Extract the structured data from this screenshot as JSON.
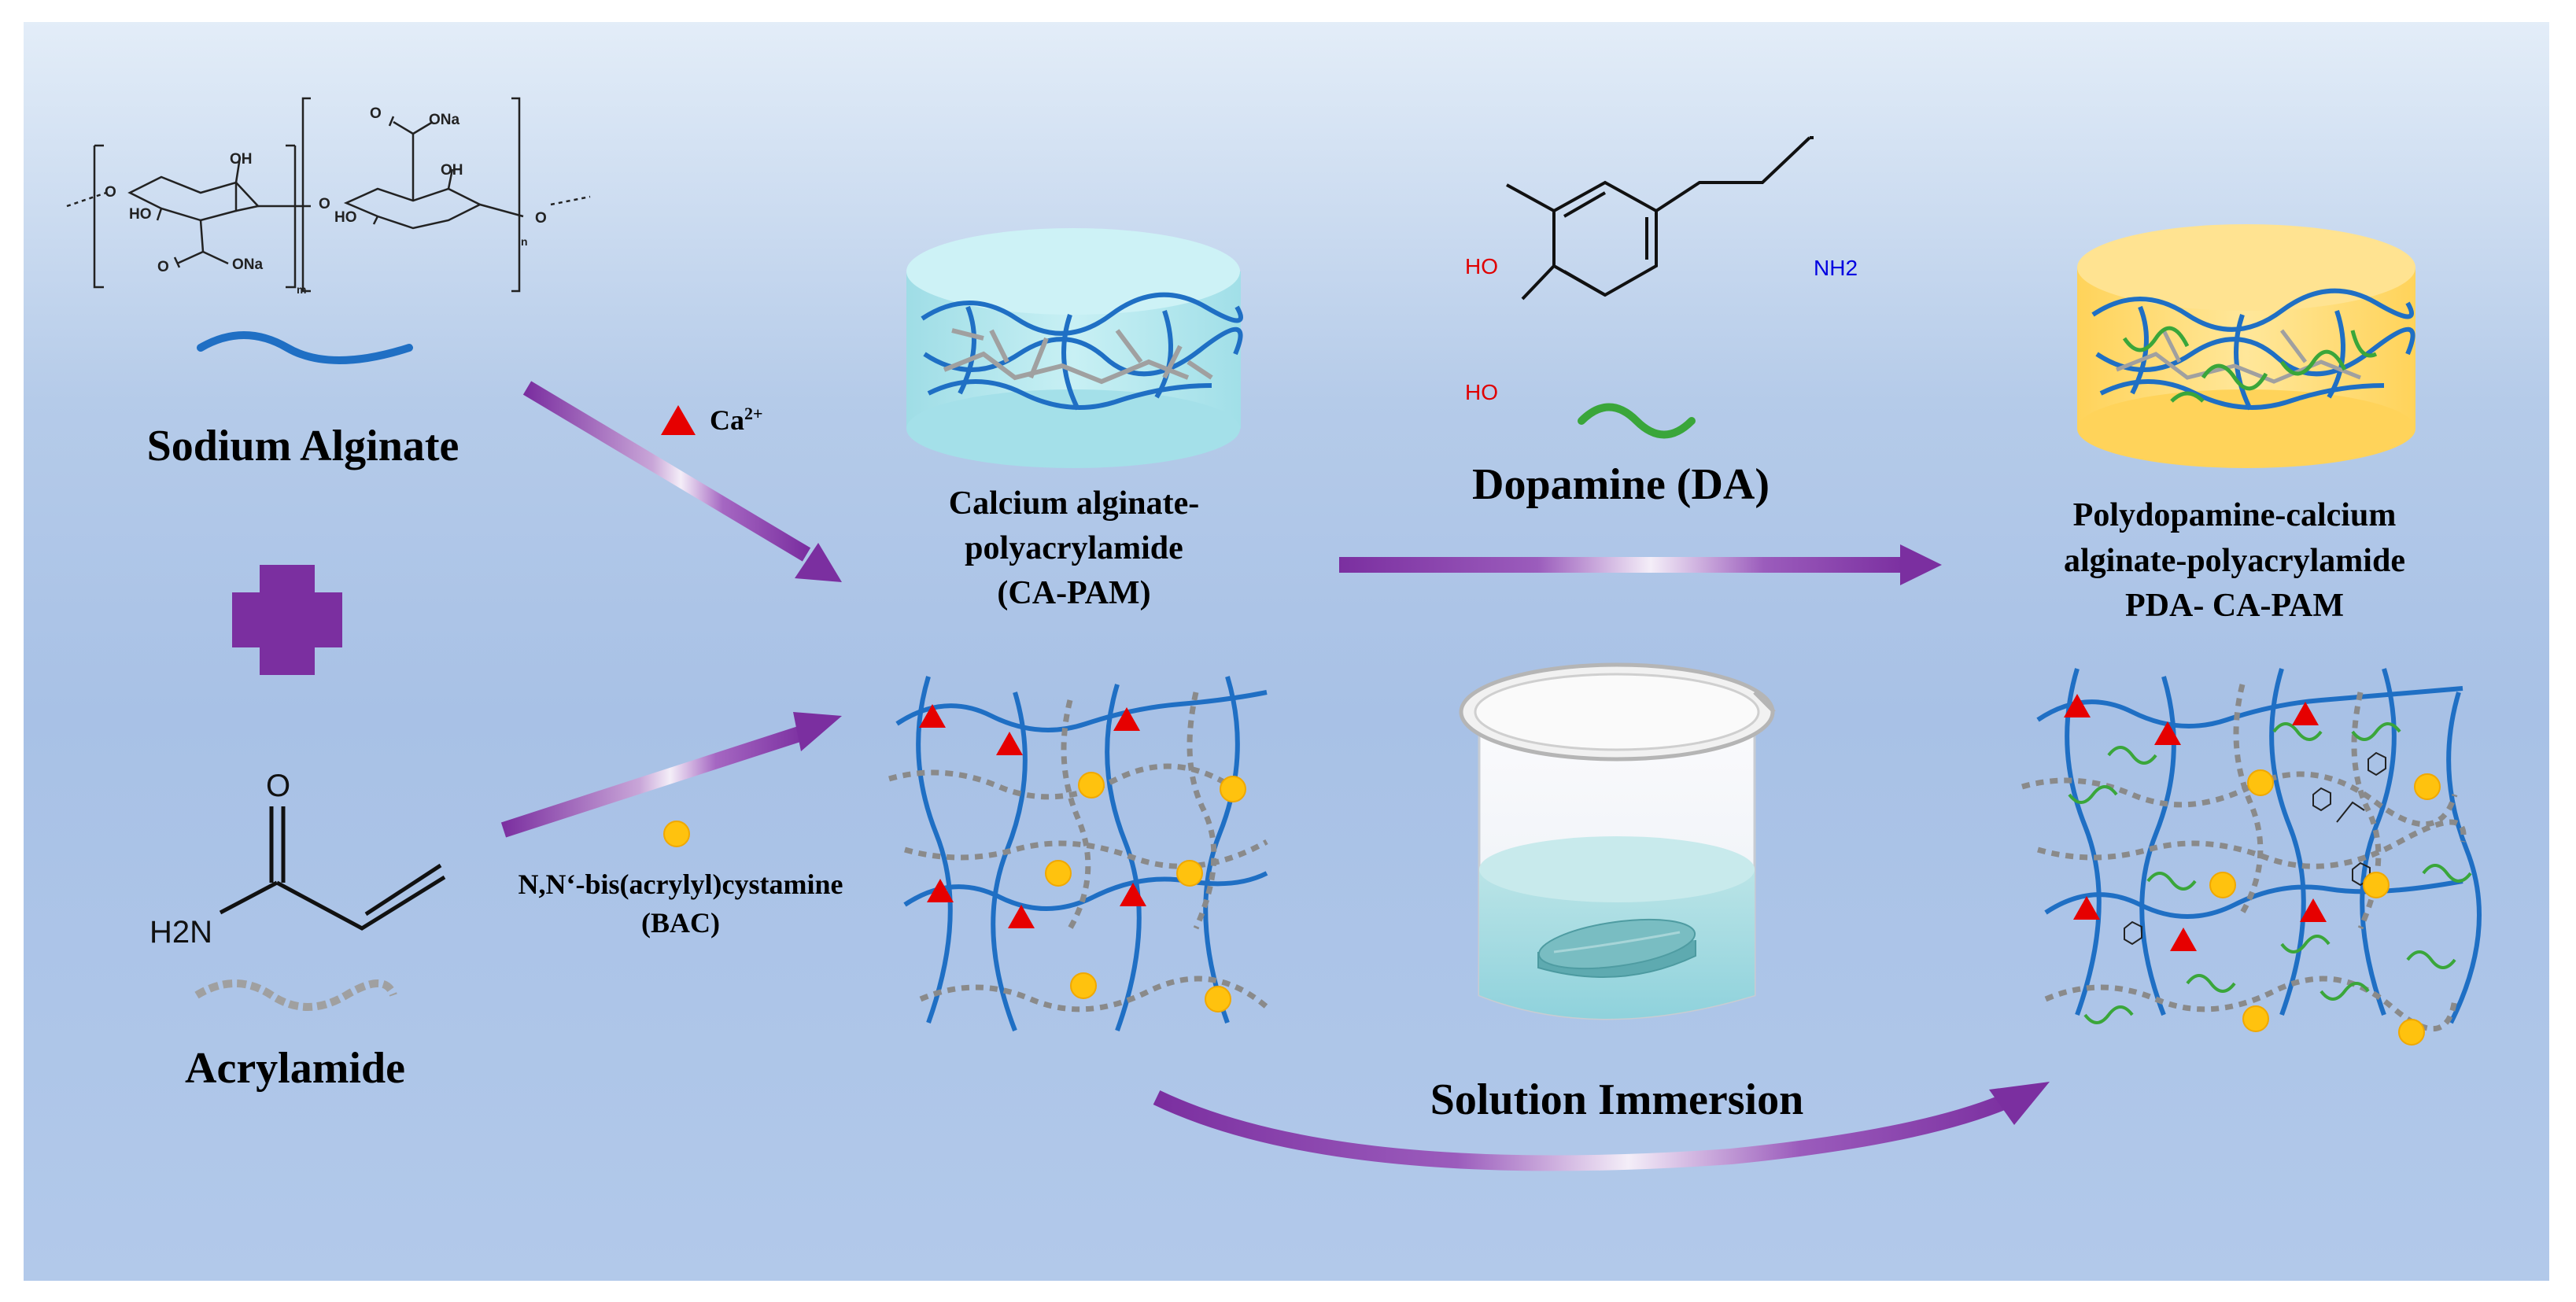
{
  "labels": {
    "sodium_alginate": "Sodium Alginate",
    "acrylamide": "Acrylamide",
    "ca_pam_line1": "Calcium alginate-",
    "ca_pam_line2": "polyacrylamide",
    "ca_pam_line3": "(CA-PAM)",
    "dopamine": "Dopamine (DA)",
    "pda_line1": "Polydopamine-calcium",
    "pda_line2": "alginate-polyacrylamide",
    "pda_line3": "PDA- CA-PAM",
    "bac_line1": "N,N‘-bis(acrylyl)cystamine",
    "bac_line2": "(BAC)",
    "solution_immersion": "Solution Immersion",
    "ca_ion": "Ca",
    "ca_charge": "2+"
  },
  "molecule_labels": {
    "ona_top": "ONa",
    "ona_bottom": "ONa",
    "oh": "OH",
    "ho": "HO",
    "o": "O",
    "h2n": "H2N",
    "sub_m": "m",
    "sub_n": "n",
    "nh2": "NH2"
  },
  "colors": {
    "background_top": "#e3edf8",
    "background_bottom": "#b2c9ea",
    "arrow_purple": "#7b2fa0",
    "alginate_blue": "#1f6fc4",
    "pam_gray": "#8a8a8a",
    "dopamine_green": "#3aa63a",
    "ca_red": "#e60000",
    "bac_yellow": "#ffc20e",
    "pda_yellow": "#ffd966",
    "gel_cyan": "#a9e3ec"
  },
  "icons": [
    "plus-icon",
    "ca-ion-triangle-icon",
    "bac-dot-icon",
    "beaker-icon",
    "hydrogel-disc-icon"
  ]
}
